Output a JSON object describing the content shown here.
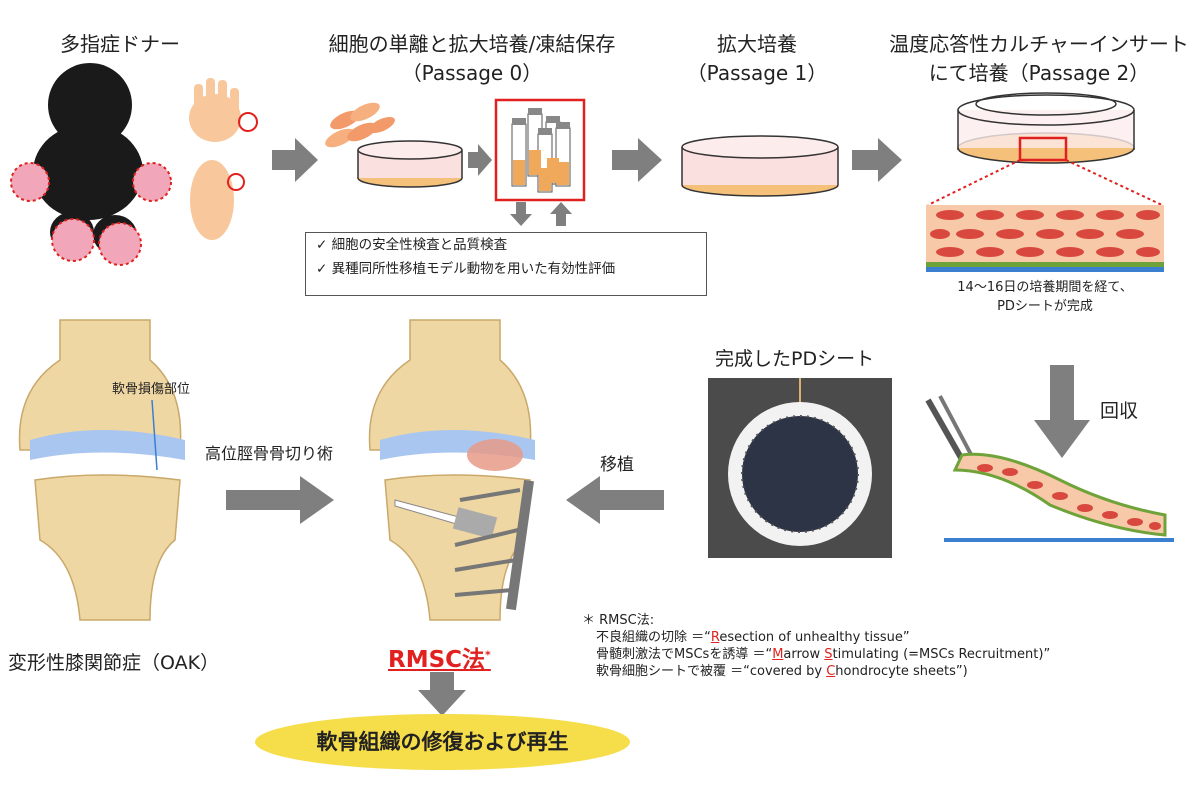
{
  "titles": {
    "donor": "多指症ドナー",
    "isolation_line1": "細胞の単離と拡大培養/凍結保存",
    "isolation_line2": "（Passage 0）",
    "expansion_line1": "拡大培養",
    "expansion_line2": "（Passage 1）",
    "insert_line1": "温度応答性カルチャーインサート",
    "insert_line2": "にて培養（Passage 2）"
  },
  "checks": {
    "item1": "細胞の安全性検査と品質検査",
    "item2": "異種同所性移植モデル動物を用いた有効性評価"
  },
  "culture_note_line1": "14～16日の培養期間を経て、",
  "culture_note_line2": "PDシートが完成",
  "pd_sheet_title": "完成したPDシート",
  "recovery_label": "回収",
  "transplant_label": "移植",
  "knee_damage_label": "軟骨損傷部位",
  "hto_label": "高位脛骨骨切り術",
  "oak_label": "変形性膝関節症（OAK）",
  "rmsc_label": "RMSC法",
  "rmsc_mark": "*",
  "goal_label": "軟骨組織の修復および再生",
  "note": {
    "title": "＊ RMSC法:",
    "line1_prefix": "不良組織の切除 ＝“",
    "line1_r": "R",
    "line1_rest": "esection of unhealthy tissue”",
    "line2_prefix": "骨髄刺激法でMSCsを誘導 ＝“",
    "line2_m": "M",
    "line2_mid": "arrow ",
    "line2_s": "S",
    "line2_rest": "timulating (=MSCs Recruitment)”",
    "line3_prefix": "軟骨細胞シートで被覆 ＝“covered by ",
    "line3_c": "C",
    "line3_rest": "hondrocyte sheets”)"
  },
  "colors": {
    "arrow": "#7f7f7f",
    "red": "#e0211f",
    "bone": "#efd7a3",
    "cartilage": "#a8c6f0",
    "goal": "#f6dd4a",
    "dish": "#f9d6d6",
    "medium": "#f4c07a"
  }
}
